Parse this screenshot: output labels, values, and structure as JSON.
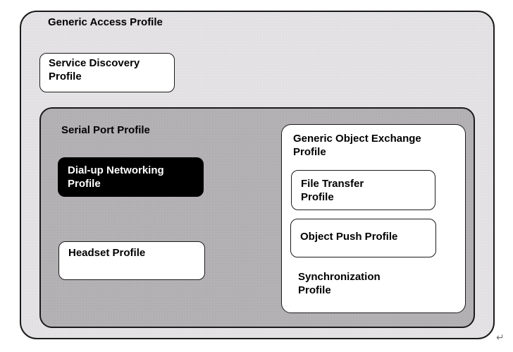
{
  "page": {
    "background": "#ffffff",
    "return_mark": "↵"
  },
  "colors": {
    "outer_fill": "#e2e0e3",
    "serial_fill": "#b1afb2",
    "box_fill": "#ffffff",
    "highlight_fill": "#000000",
    "highlight_text": "#ffffff",
    "border": "#1b1b1b",
    "text": "#000000",
    "return_mark_color": "#7a7a7a"
  },
  "profiles": {
    "gap": {
      "label": "Generic Access Profile"
    },
    "sdp": {
      "label": "Service Discovery\nProfile"
    },
    "spp": {
      "label": "Serial Port Profile"
    },
    "dun": {
      "label": "Dial-up Networking\nProfile"
    },
    "headset": {
      "label": "Headset Profile"
    },
    "goep": {
      "label": "Generic Object Exchange\nProfile"
    },
    "ftp": {
      "label": "File Transfer\nProfile"
    },
    "opp": {
      "label": "Object Push Profile"
    },
    "sync": {
      "label": "Synchronization\nProfile"
    }
  }
}
